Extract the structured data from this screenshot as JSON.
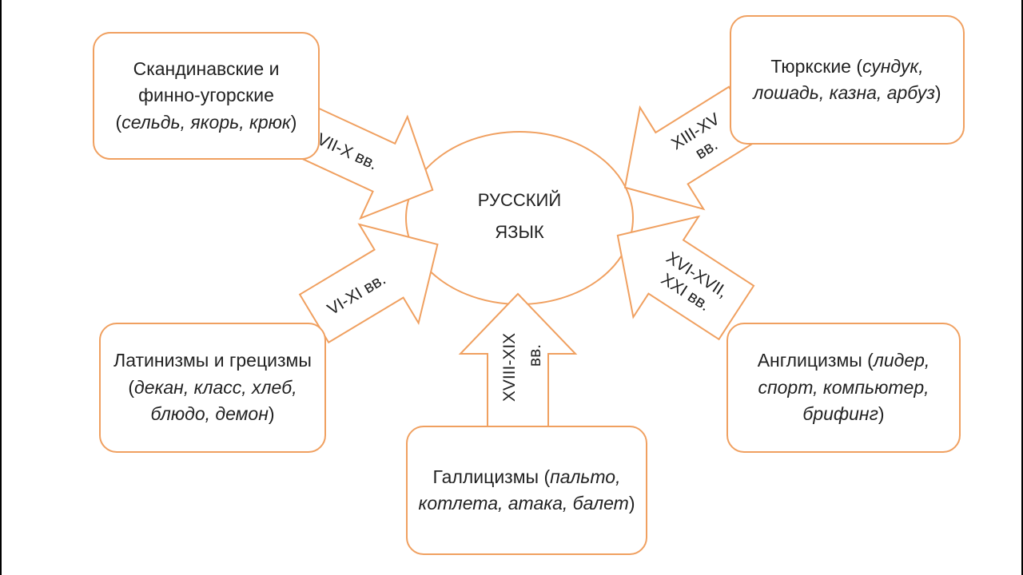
{
  "center": {
    "line1": "РУССКИЙ",
    "line2": "ЯЗЫК"
  },
  "accent_color": "#f0a060",
  "sources": [
    {
      "id": "scandinavian",
      "text": "Скандинавские и финно-угорские",
      "examples": "сельдь, якорь, крюк",
      "period": "VII-X вв."
    },
    {
      "id": "turkic",
      "text": "Тюркские",
      "examples": "сундук, лошадь, казна, арбуз",
      "period": "XIII-XV вв."
    },
    {
      "id": "latin",
      "text": "Латинизмы и грецизмы",
      "examples": "декан, класс, хлеб, блюдо, демон",
      "period": "VI-XI вв."
    },
    {
      "id": "gallic",
      "text": "Галлицизмы",
      "examples": "пальто, котлета, атака, балет",
      "period": "XVIII-XIX вв."
    },
    {
      "id": "english",
      "text": "Англицизмы",
      "examples": "лидер, спорт, компьютер, брифинг",
      "period": "XVI-XVII, XXI вв."
    }
  ],
  "periods_split": {
    "turkic": [
      "XIII-XV",
      "вв."
    ],
    "gallic": [
      "XVIII-XIX",
      "вв."
    ],
    "english": [
      "XVI-XVII,",
      "XXI вв."
    ]
  }
}
